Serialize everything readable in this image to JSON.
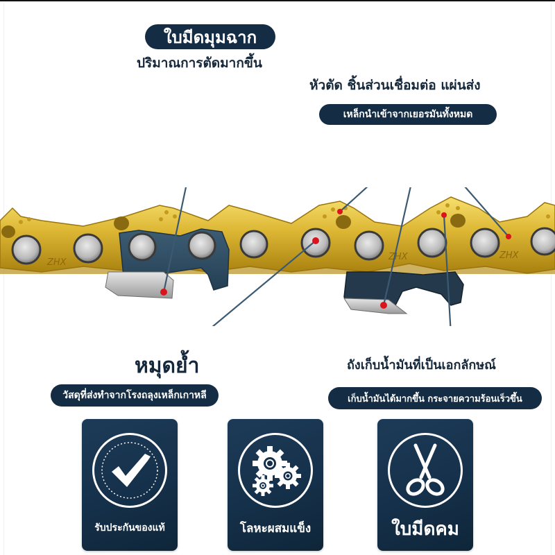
{
  "callouts": {
    "blade": {
      "title": "ใบมีดมุมฉาก",
      "subtitle": "ปริมาณการตัดมากขึ้น"
    },
    "parts": {
      "title": "หัวตัด ชิ้นส่วนเชื่อมต่อ แผ่นส่ง",
      "subtitle": "เหล็กนำเข้าจากเยอรมันทั้งหมด"
    },
    "rivet": {
      "title": "หมุดย้ำ",
      "subtitle": "วัสดุที่ส่งทำจากโรงถลุงเหล็กเกาหลี"
    },
    "oil_tank": {
      "title": "ถังเก็บน้ำมันที่เป็นเอกลักษณ์",
      "subtitle": "เก็บน้ำมันได้มากขึ้น กระจายความร้อนเร็วขึ้น"
    }
  },
  "chain": {
    "brand_mark": "ZHX",
    "colors": {
      "gold": "#d9b230",
      "gold_dark": "#a67f12",
      "gold_light": "#f5dc6a",
      "cutter_blue": "#2f4d63",
      "rivet_silver": "#c9c9c9",
      "marker_red": "#d9141c",
      "leader_line": "#3b5a72"
    }
  },
  "features": [
    {
      "icon": "checkmark-badge-icon",
      "label": "รับประกันของแท้"
    },
    {
      "icon": "gears-icon",
      "label": "โลหะผสมแข็ง"
    },
    {
      "icon": "scissors-icon",
      "label": "ใบมีดคม"
    }
  ],
  "theme": {
    "navy": "#142c44",
    "text": "#15273a",
    "background": "#ffffff"
  }
}
